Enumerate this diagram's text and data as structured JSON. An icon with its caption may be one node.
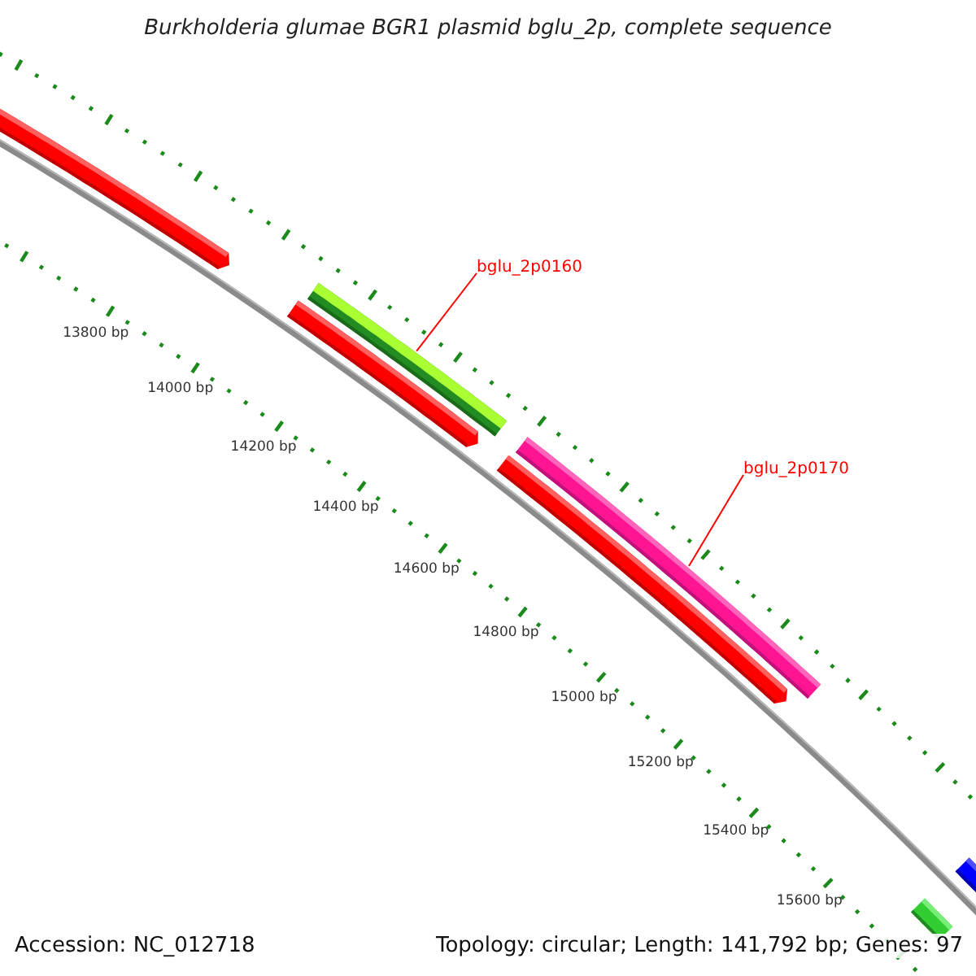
{
  "diagram": {
    "title": "Burkholderia glumae BGR1 plasmid bglu_2p, complete sequence",
    "nodes": [
      {
        "text": [
          "bglu_2p0160"
        ]
      },
      {
        "text": [],
        "shape": "bar"
      },
      {
        "text": [
          "bglu_2p0170"
        ]
      },
      {
        "text": [],
        "shape": "bar"
      }
    ],
    "edges": [
      {
        "from": 0,
        "to": 1,
        "arrow": "none"
      },
      {
        "from": 2,
        "to": 3,
        "arrow": "none"
      }
    ],
    "labels": [
      "13800 bp",
      "14000 bp",
      "14200 bp",
      "14400 bp",
      "14600 bp",
      "14800 bp",
      "15000 bp",
      "15200 bp",
      "15400 bp",
      "15600 bp",
      "Accession: NC_012718",
      "Topology: circular; Length: 141,792 bp; Genes: 97"
    ]
  }
}
